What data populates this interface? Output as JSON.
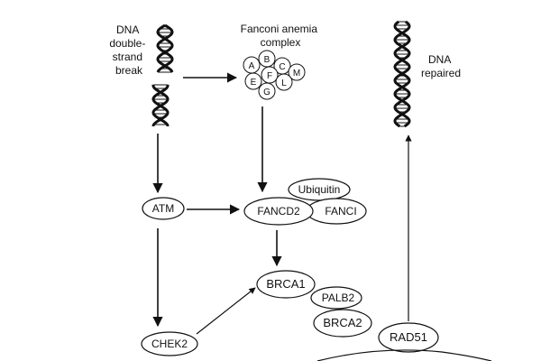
{
  "labels": {
    "dsb": [
      "DNA",
      "double-",
      "strand",
      "break"
    ],
    "fa_complex": [
      "Fanconi anemia",
      "complex"
    ],
    "repaired": [
      "DNA",
      "repaired"
    ]
  },
  "fa_subunits": [
    "A",
    "B",
    "C",
    "M",
    "E",
    "F",
    "L",
    "G"
  ],
  "nodes": {
    "atm": "ATM",
    "fancd2": "FANCD2",
    "ubiquitin": "Ubiquitin",
    "fanci": "FANCI",
    "brca1": "BRCA1",
    "palb2": "PALB2",
    "brca2": "BRCA2",
    "rad51": "RAD51",
    "chek2": "CHEK2"
  },
  "colors": {
    "stroke": "#111111",
    "background": "#ffffff"
  }
}
